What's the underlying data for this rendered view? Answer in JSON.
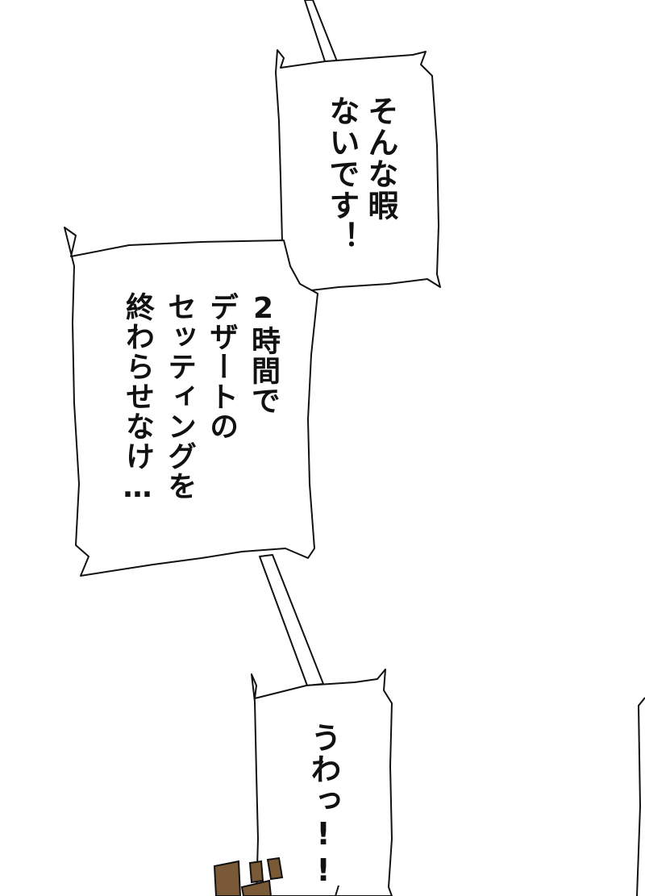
{
  "bubbles": [
    {
      "text": "そんな暇\nないです！"
    },
    {
      "text": "2時間で\nデザートの\nセッティングを\n終わらせなけ…"
    },
    {
      "text": "うわっ!!"
    }
  ],
  "colors": {
    "ink": "#111111",
    "paper": "#ffffff",
    "sfx": "#7a5a36"
  }
}
